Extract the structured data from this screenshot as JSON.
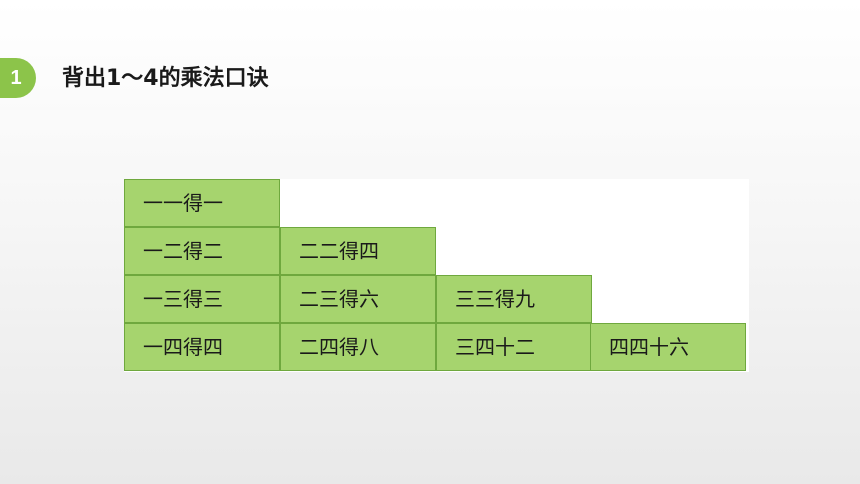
{
  "slide": {
    "number": "1",
    "title": "背出1～4的乘法口诀"
  },
  "table": {
    "rows": [
      [
        "一一得一"
      ],
      [
        "一二得二",
        "二二得四"
      ],
      [
        "一三得三",
        "二三得六",
        "三三得九"
      ],
      [
        "一四得四",
        "二四得八",
        "三四十二",
        "四四十六"
      ]
    ]
  },
  "colors": {
    "accent": "#8cc44a",
    "cell_fill": "#a6d46e",
    "cell_border": "#6fa83e"
  }
}
